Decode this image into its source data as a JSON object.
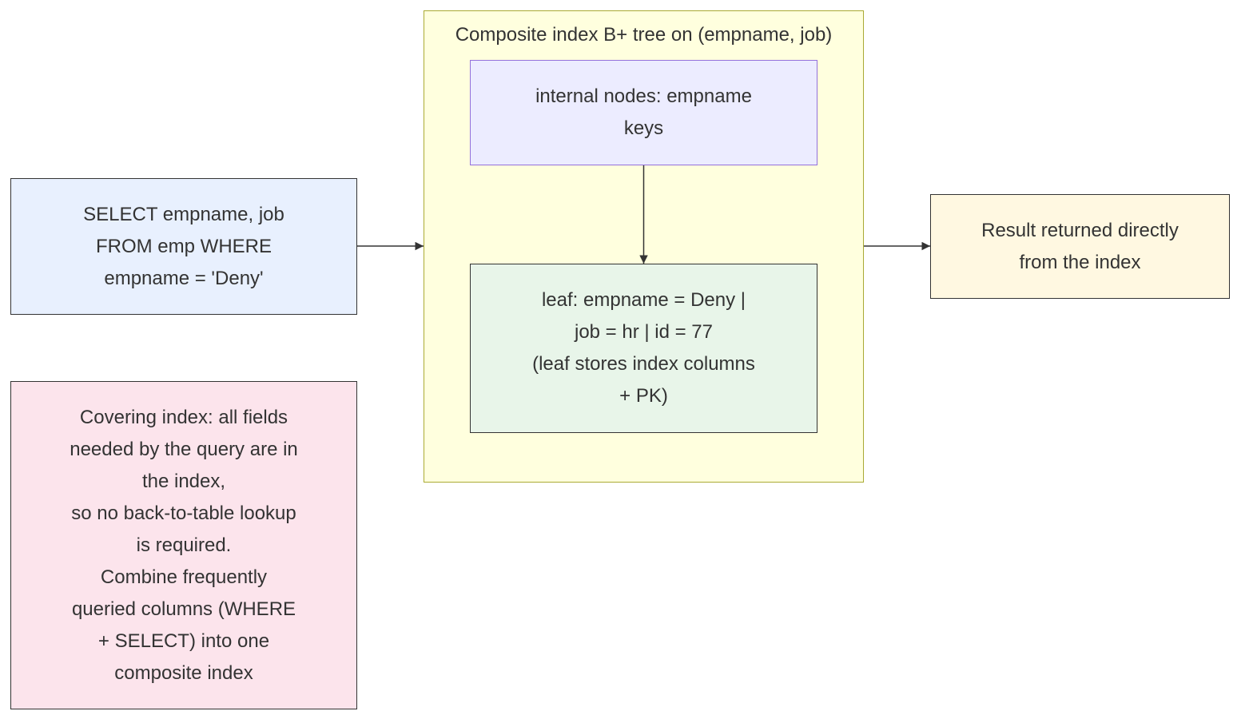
{
  "diagram": {
    "cluster": {
      "title": "Composite index B+ tree on (empname, job)"
    },
    "nodes": {
      "query": "SELECT empname, job\nFROM emp WHERE\nempname = 'Deny'",
      "internal": "internal nodes: empname\nkeys",
      "leaf": "leaf: empname = Deny |\njob = hr | id = 77\n(leaf stores index columns\n+ PK)",
      "result": "Result returned directly\nfrom the index",
      "note": "Covering index: all fields\nneeded by the query are in\nthe index,\nso no back-to-table lookup\nis required.\nCombine frequently\nqueried columns (WHERE\n+ SELECT) into one\ncomposite index"
    },
    "colors": {
      "query_fill": "#e8f0fe",
      "cluster_fill": "#ffffde",
      "cluster_border": "#aaaa33",
      "internal_fill": "#ececff",
      "internal_border": "#9370db",
      "leaf_fill": "#e8f5e9",
      "result_fill": "#fff8e1",
      "note_fill": "#fce4ec",
      "edge": "#333333"
    },
    "edges": [
      {
        "from": "query",
        "to": "cluster"
      },
      {
        "from": "internal",
        "to": "leaf"
      },
      {
        "from": "cluster",
        "to": "result"
      }
    ]
  }
}
